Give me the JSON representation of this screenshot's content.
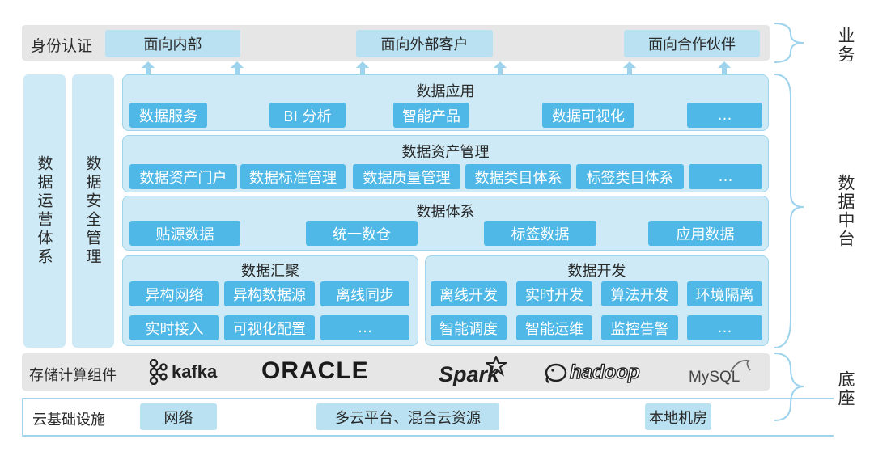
{
  "colors": {
    "light_blue": "#b9e1f2",
    "panel_blue": "#cdeaf6",
    "accent_blue": "#4fb8e6",
    "gray_bar": "#e6e6e6",
    "text": "#2a2a2a"
  },
  "business": {
    "label": "身份认证",
    "items": [
      "面向内部",
      "面向外部客户",
      "面向合作伙伴"
    ]
  },
  "side_labels": {
    "business": "业务",
    "middle": "数据中台",
    "base": "底座"
  },
  "left_columns": {
    "operations": "数据运营体系",
    "security": "数据安全管理"
  },
  "data_app": {
    "title": "数据应用",
    "items": [
      "数据服务",
      "BI 分析",
      "智能产品",
      "数据可视化",
      "…"
    ]
  },
  "asset_mgmt": {
    "title": "数据资产管理",
    "items": [
      "数据资产门户",
      "数据标准管理",
      "数据质量管理",
      "数据类目体系",
      "标签类目体系",
      "…"
    ]
  },
  "data_system": {
    "title": "数据体系",
    "items": [
      "贴源数据",
      "统一数仓",
      "标签数据",
      "应用数据"
    ]
  },
  "aggregation": {
    "title": "数据汇聚",
    "items": [
      "异构网络",
      "异构数据源",
      "离线同步",
      "实时接入",
      "可视化配置",
      "…"
    ]
  },
  "development": {
    "title": "数据开发",
    "items": [
      "离线开发",
      "实时开发",
      "算法开发",
      "环境隔离",
      "智能调度",
      "智能运维",
      "监控告警",
      "…"
    ]
  },
  "storage": {
    "label": "存储计算组件",
    "logos": [
      "kafka",
      "ORACLE",
      "Spark",
      "hadoop",
      "MySQL"
    ]
  },
  "cloud": {
    "label": "云基础设施",
    "items": [
      "网络",
      "多云平台、混合云资源",
      "本地机房"
    ]
  }
}
